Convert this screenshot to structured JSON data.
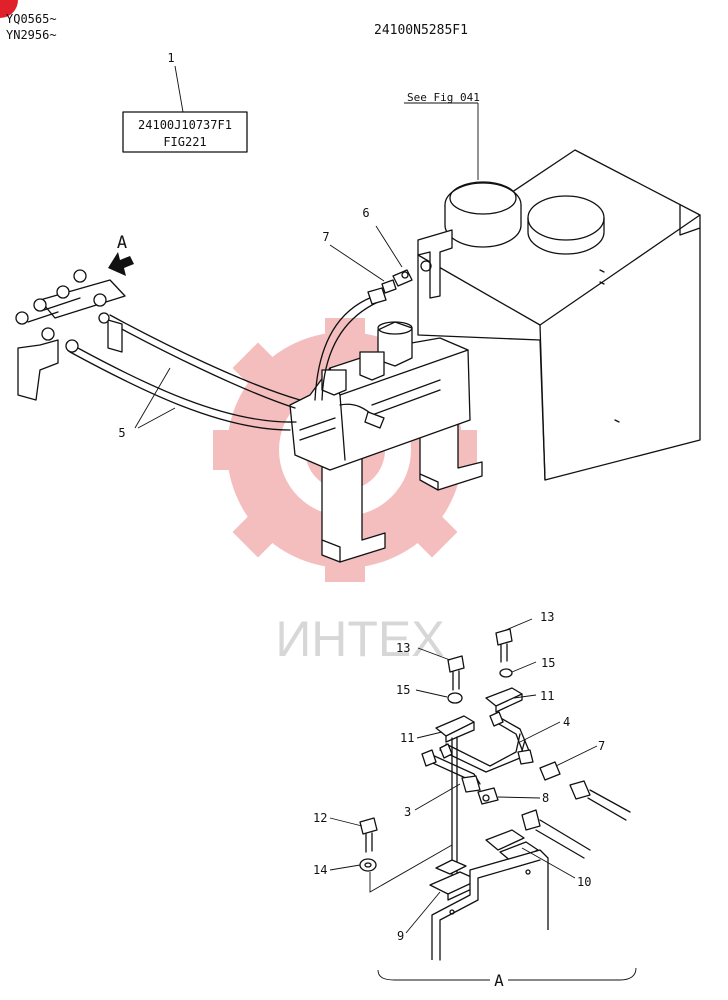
{
  "header": {
    "serial_1": "YQ0565~",
    "serial_2": "YN2956~",
    "drawing_number": "24100N5285F1"
  },
  "ref_box": {
    "part_number": "24100J10737F1",
    "figure": "FIG221"
  },
  "see_fig": "See Fig 041",
  "view_label": "A",
  "view_label_bottom": "A",
  "watermark": "ИНТЕХ",
  "callouts": {
    "c1": "1",
    "c3": "3",
    "c4": "4",
    "c5": "5",
    "c6": "6",
    "c7_top": "7",
    "c7_detail": "7",
    "c8": "8",
    "c9": "9",
    "c10": "10",
    "c11_upper": "11",
    "c11_lower": "11",
    "c12": "12",
    "c13_left": "13",
    "c13_right": "13",
    "c14": "14",
    "c15_left": "15",
    "c15_right": "15"
  },
  "colors": {
    "line": "#111111",
    "watermark": "#f3b8b8",
    "corner_mark": "#e0202a"
  }
}
